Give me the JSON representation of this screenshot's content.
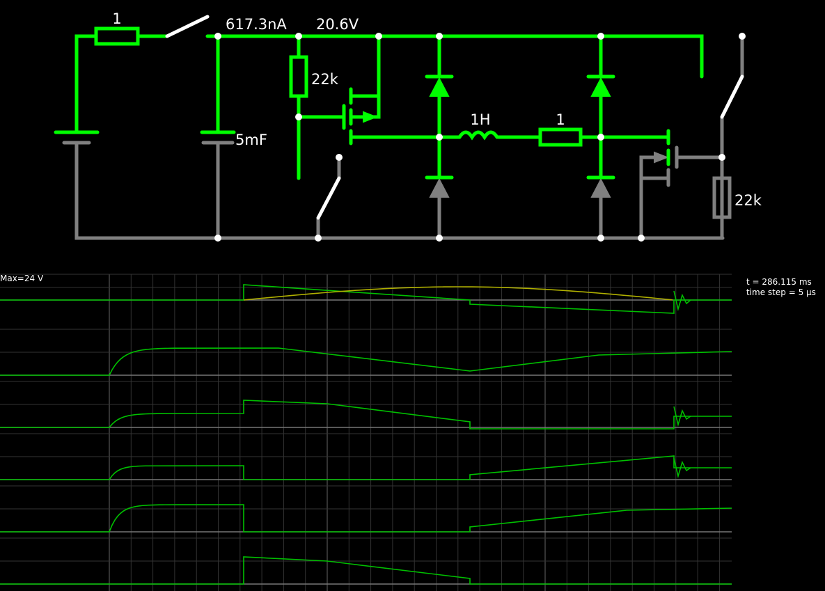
{
  "circuit": {
    "labels": {
      "r_top": "1",
      "current": "617.3nA",
      "voltage": "20.6V",
      "r_22k_a": "22k",
      "cap": "5mF",
      "inductor": "1H",
      "r_mid": "1",
      "r_22k_b": "22k"
    },
    "colors": {
      "live": "#00ff00",
      "ground": "#808080",
      "node": "#ffffff"
    }
  },
  "scope": {
    "max_label": "Max=24 V",
    "time_label": "t = 286.115 ms",
    "step_label": "time step = 5 µs",
    "colors": {
      "trace": "#00c000",
      "alt_trace": "#b0b000",
      "grid": "#333333",
      "major": "#666666"
    }
  }
}
